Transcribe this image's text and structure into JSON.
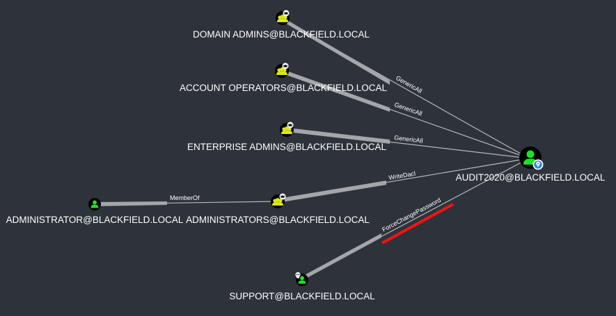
{
  "nodes": {
    "domain_admins": {
      "label": "DOMAIN ADMINS@BLACKFIELD.LOCAL",
      "type": "group",
      "high_value": true
    },
    "account_operators": {
      "label": "ACCOUNT OPERATORS@BLACKFIELD.LOCAL",
      "type": "group",
      "high_value": true
    },
    "enterprise_admins": {
      "label": "ENTERPRISE ADMINS@BLACKFIELD.LOCAL",
      "type": "group",
      "high_value": true
    },
    "administrators": {
      "label": "ADMINISTRATORS@BLACKFIELD.LOCAL",
      "type": "group",
      "high_value": true
    },
    "administrator": {
      "label": "ADMINISTRATOR@BLACKFIELD.LOCAL",
      "type": "user"
    },
    "audit2020": {
      "label": "AUDIT2020@BLACKFIELD.LOCAL",
      "type": "user",
      "target": true
    },
    "support": {
      "label": "SUPPORT@BLACKFIELD.LOCAL",
      "type": "user",
      "owned": true
    }
  },
  "edges": {
    "e1": {
      "label": "GenericAll",
      "from": "Domain Admins",
      "to": "AUDIT2020"
    },
    "e2": {
      "label": "GenericAll",
      "from": "Account Operators",
      "to": "AUDIT2020"
    },
    "e3": {
      "label": "GenericAll",
      "from": "Enterprise Admins",
      "to": "AUDIT2020"
    },
    "e4": {
      "label": "WriteDacl",
      "from": "Administrators",
      "to": "AUDIT2020"
    },
    "e5": {
      "label": "MemberOf",
      "from": "Administrator",
      "to": "Administrators"
    },
    "e6": {
      "label": "ForceChangePassword",
      "from": "Support",
      "to": "AUDIT2020"
    }
  },
  "colors": {
    "background": "#2e333b",
    "edge": "#9a9da1",
    "user_fill": "#17e625",
    "group_fill": "#dbe617",
    "node_bg": "#000000",
    "highlight": "#ff0000",
    "pin": "#2e8bdb"
  }
}
